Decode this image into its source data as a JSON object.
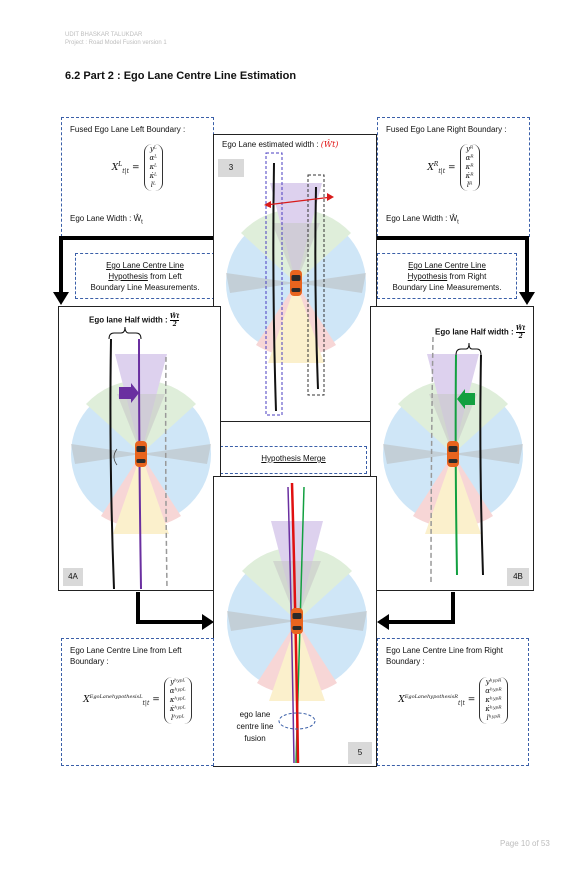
{
  "header": {
    "author": "UDIT BHASKAR TALUKDAR",
    "project": "Project : Road Model  Fusion version 1"
  },
  "section_title": "6.2 Part 2 : Ego Lane Centre Line Estimation",
  "left_boundary": {
    "title": "Fused Ego Lane Left Boundary :",
    "symbol": "X",
    "sub": "t|t",
    "sup": "L",
    "vector": [
      "yᴸ",
      "αᴸ",
      "κᴸ",
      "κ̇ᴸ",
      "lᴸ"
    ],
    "width_label": "Ego Lane Width : Ŵ",
    "width_sub": "t"
  },
  "right_boundary": {
    "title": "Fused Ego Lane Right Boundary :",
    "symbol": "X",
    "sub": "t|t",
    "sup": "R",
    "vector": [
      "yᴿ",
      "αᴿ",
      "κᴿ",
      "κ̇ᴿ",
      "lᴿ"
    ],
    "width_label": "Ego Lane Width : Ŵ",
    "width_sub": "t"
  },
  "panel3": {
    "label": "Ego Lane estimated width :",
    "formula": "(Ŵt)",
    "tag": "3"
  },
  "hyp_left": {
    "line1": "Ego Lane Centre Line",
    "line2": "Hypothesis",
    "line2_rest": " from Left",
    "line3": "Boundary Line Measurements."
  },
  "hyp_right": {
    "line1": "Ego Lane Centre Line",
    "line2": "Hypothesis",
    "line2_rest": " from Right",
    "line3": "Boundary Line Measurements."
  },
  "panel4a": {
    "label": "Ego lane Half width :",
    "frac_num": "Ŵt",
    "frac_den": "2",
    "tag": "4A"
  },
  "panel4b": {
    "label": "Ego lane Half width :",
    "frac_num": "Ŵt",
    "frac_den": "2",
    "tag": "4B"
  },
  "merge": {
    "title": "Hypothesis Merge",
    "fusion_label": "ego lane centre line fusion",
    "tag": "5"
  },
  "centre_left": {
    "title": "Ego Lane Centre Line from Left Boundary :",
    "symbol": "X",
    "sub": "t|t",
    "sup": "EgoLanehypothesisL",
    "vector": [
      "yʰʸᵖᴸ",
      "αʰʸᵖᴸ",
      "κʰʸᵖᴸ",
      "κ̇ʰʸᵖᴸ",
      "lʰʸᵖᴸ"
    ]
  },
  "centre_right": {
    "title": "Ego Lane Centre Line from Right Boundary :",
    "symbol": "X",
    "sub": "t|t",
    "sup": "EgoLanehypothesisR",
    "vector": [
      "yʰʸᵖᴿ",
      "αʰʸᵖᴿ",
      "κʰʸᵖᴿ",
      "κ̇ʰʸᵖᴿ",
      "lʰʸᵖᴿ"
    ]
  },
  "footer": {
    "page": "Page 10 of 53"
  },
  "colors": {
    "dash_border": "#3a5fa8",
    "sensor_blue": "#cfe6f7",
    "sensor_green": "#dfeeda",
    "sensor_red": "#f7d6d6",
    "sensor_purple": "#ddd1ee",
    "sensor_yellow": "#fbf0cc",
    "car": "#e8641e",
    "fusion_red": "#e01010",
    "hyp_purple": "#6a2fa0",
    "hyp_green": "#12a040"
  }
}
